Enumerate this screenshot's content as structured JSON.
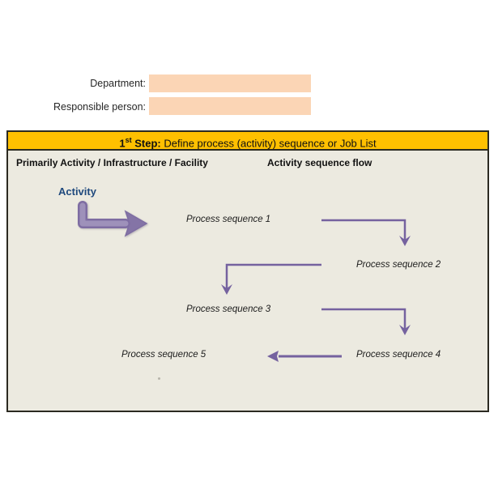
{
  "form": {
    "fields": [
      {
        "label": "Department:",
        "value": "",
        "placeholder": ""
      },
      {
        "label": "Responsible person:",
        "value": "",
        "placeholder": ""
      }
    ]
  },
  "step_header": {
    "number": "1",
    "ordinal_suffix": "st",
    "bold_label": " Step:",
    "description": " Define process (activity) sequence or Job List"
  },
  "section_headers": {
    "left": "Primarily Activity  / Infrastructure / Facility",
    "right": "Activity sequence flow"
  },
  "diagram": {
    "source_label": "Activity",
    "nodes": [
      {
        "label": "Process sequence 1"
      },
      {
        "label": "Process sequence 2"
      },
      {
        "label": "Process sequence 3"
      },
      {
        "label": "Process sequence 4"
      },
      {
        "label": "Process sequence 5"
      }
    ]
  },
  "colors": {
    "header_yellow": "#FFC000",
    "panel_beige": "#ECEAE0",
    "input_peach": "#FBD5B5",
    "connector_purple": "#75629F",
    "block_arrow_purple": "#9688B2",
    "activity_blue": "#1F497D",
    "border_dark": "#2B2A21"
  }
}
